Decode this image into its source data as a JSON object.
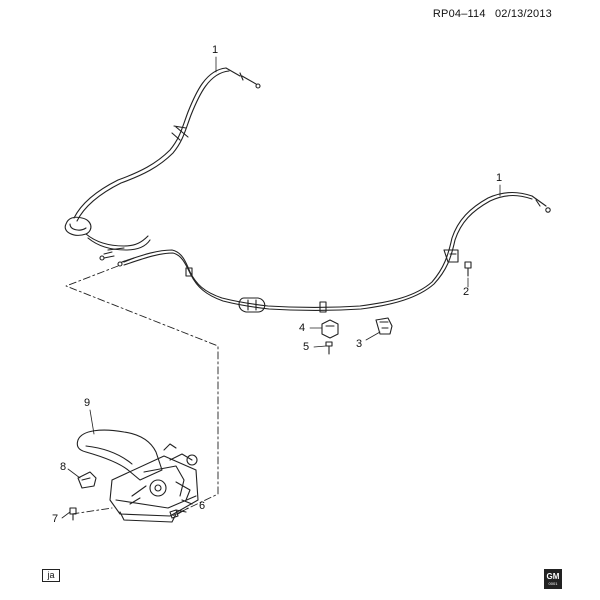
{
  "header": {
    "diagram_id": "RP04–114",
    "date": "02/13/2013"
  },
  "callouts": [
    {
      "id": "callout-1-left",
      "label": "1"
    },
    {
      "id": "callout-1-right",
      "label": "1"
    },
    {
      "id": "callout-2",
      "label": "2"
    },
    {
      "id": "callout-3",
      "label": "3"
    },
    {
      "id": "callout-4",
      "label": "4"
    },
    {
      "id": "callout-5",
      "label": "5"
    },
    {
      "id": "callout-6",
      "label": "6"
    },
    {
      "id": "callout-7",
      "label": "7"
    },
    {
      "id": "callout-8",
      "label": "8"
    },
    {
      "id": "callout-9",
      "label": "9"
    }
  ],
  "footer": {
    "author_tag": "ja",
    "logo_text": "GM",
    "logo_sub": "0001"
  },
  "colors": {
    "line": "#222222",
    "background": "#ffffff"
  }
}
